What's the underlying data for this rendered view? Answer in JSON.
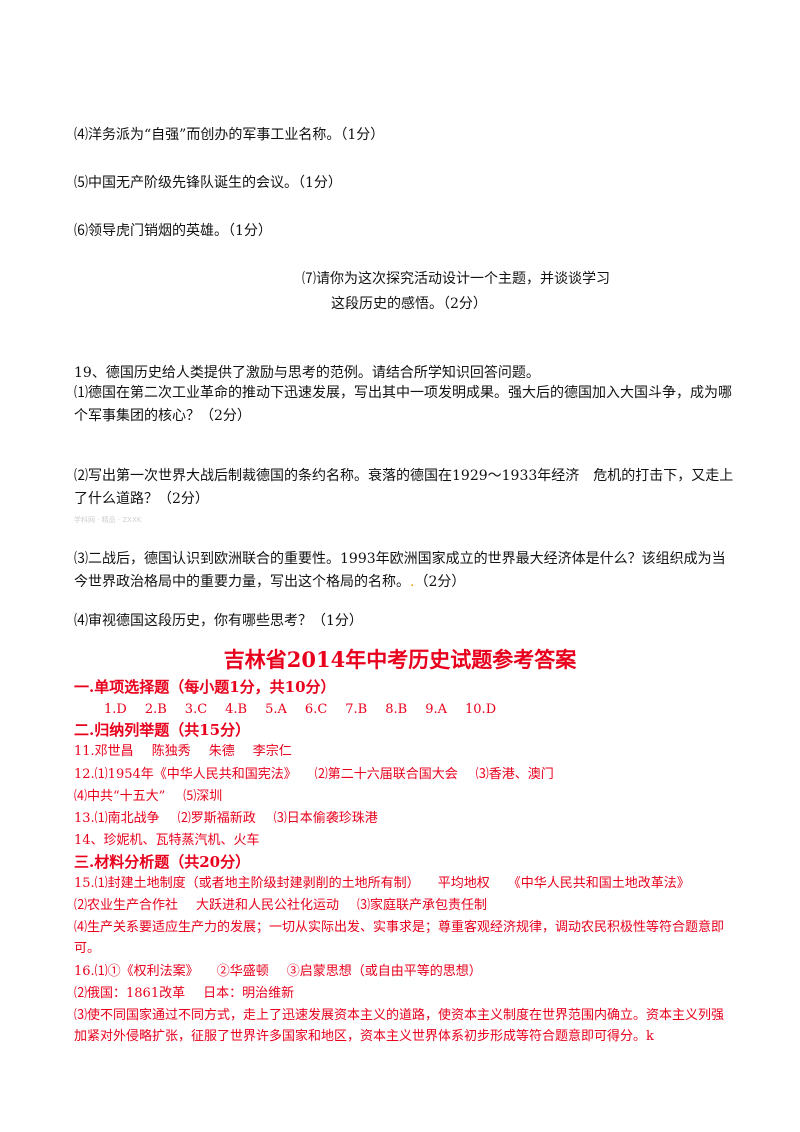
{
  "questions": {
    "q18_4": "⑷洋务派为“自强”而创办的军事工业名称。（1分）",
    "q18_5": "⑸中国无产阶级先锋队诞生的会议。（1分）",
    "q18_6": "⑹领导虎门销烟的英雄。（1分）",
    "q18_7_line1": "⑺请你为这次探究活动设计一个主题，并谈谈学习",
    "q18_7_line2": "这段历史的感悟。（2分）",
    "q19_intro": "19、德国历史给人类提供了激励与思考的范例。请结合所学知识回答问题。",
    "q19_1": "⑴德国在第二次工业革命的推动下迅速发展，写出其中一项发明成果。强大后的德国加入大国斗争，成为哪个军事集团的核心？（2分）",
    "q19_2": "⑵写出第一次世界大战后制裁德国的条约名称。衰落的德国在1929～1933年经济　危机的打击下，又走上了什么道路？（2分）",
    "faint_mark": "学科网 · 精品 · ZXXK",
    "q19_3": "⑶二战后，德国认识到欧洲联合的重要性。1993年欧洲国家成立的世界最大经济体是什么？该组织成为当今世界政治格局中的重要力量，写出这个格局的名称。",
    "q19_3_dot": ".",
    "q19_3_score": "（2分）",
    "q19_4": "⑷审视德国这段历史，你有哪些思考？（1分）"
  },
  "answers": {
    "title": "吉林省2014年中考历史试题参考答案",
    "section1": "一.单项选择题（每小题1分，共10分）",
    "mc": [
      "1.D",
      "2.B",
      "3.C",
      "4.B",
      "5.A",
      "6.C",
      "7.B",
      "8.B",
      "9.A",
      "10.D"
    ],
    "section2": "二.归纳列举题（共15分）",
    "a11": [
      "11.邓世昌",
      "陈独秀",
      "朱德",
      "李宗仁"
    ],
    "a12_line1": [
      "12.⑴1954年《中华人民共和国宪法》",
      "⑵第二十六届联合国大会",
      "⑶香港、澳门"
    ],
    "a12_line2": [
      "⑷中共“十五大”",
      "⑸深圳"
    ],
    "a13": [
      "13.⑴南北战争",
      "⑵罗斯福新政",
      "⑶日本偷袭珍珠港"
    ],
    "a14": "14、珍妮机、瓦特蒸汽机、火车",
    "section3": "三.材料分析题（共20分）",
    "a15_line1": [
      "15.⑴封建土地制度（或者地主阶级封建剥削的土地所有制）",
      "平均地权",
      "《中华人民共和国土地改革法》"
    ],
    "a15_line2": [
      "⑵农业生产合作社",
      "大跃进和人民公社化运动",
      "⑶家庭联产承包责任制"
    ],
    "a15_4": "⑷生产关系要适应生产力的发展；一切从实际出发、实事求是；尊重客观经济规律，调动农民积极性等符合题意即可。",
    "a16_line1": [
      "16.⑴①《权利法案》",
      "②华盛顿",
      "③启蒙思想（或自由平等的思想）"
    ],
    "a16_line2": [
      "⑵俄国：1861改革",
      "日本：明治维新"
    ],
    "a16_3": "⑶使不同国家通过不同方式，走上了迅速发展资本主义的道路，使资本主义制度在世界范围内确立。资本主义列强加紧对外侵略扩张，征服了世界许多国家和地区，资本主义世界体系初步形成等符合题意即可得分。k"
  }
}
